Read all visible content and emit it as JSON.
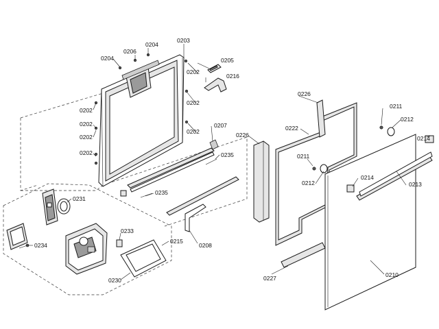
{
  "callouts": {
    "c0203": "0203",
    "c0204a": "0204",
    "c0206": "0206",
    "c0204b": "0204",
    "c0205": "0205",
    "c0202a": "0202",
    "c0216": "0216",
    "c0202b": "0202",
    "c0202c": "0202",
    "c0202d": "0202",
    "c0202e": "0202",
    "c0202f": "0202",
    "c0207": "0207",
    "c0202g": "0202",
    "c0235a": "0235",
    "c0235b": "0235",
    "c0231": "0231",
    "c0234": "0234",
    "c0233": "0233",
    "c0215": "0215",
    "c0208": "0208",
    "c0230": "0230",
    "c0226a": "0226",
    "c0226b": "0226",
    "c0222": "0222",
    "c0211a": "0211",
    "c0212a": "0212",
    "c0214a": "0214",
    "c0211b": "0211",
    "c0212b": "0212",
    "c0214b": "0214",
    "c0213": "0213",
    "c0227": "0227",
    "c0210": "0210"
  }
}
